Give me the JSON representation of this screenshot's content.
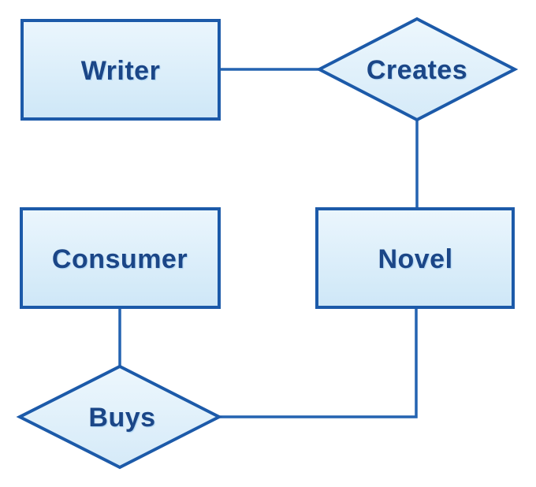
{
  "diagram": {
    "type": "entity-relationship",
    "nodes": [
      {
        "id": "writer",
        "shape": "rectangle",
        "role": "entity",
        "label": "Writer"
      },
      {
        "id": "creates",
        "shape": "diamond",
        "role": "relationship",
        "label": "Creates"
      },
      {
        "id": "consumer",
        "shape": "rectangle",
        "role": "entity",
        "label": "Consumer"
      },
      {
        "id": "novel",
        "shape": "rectangle",
        "role": "entity",
        "label": "Novel"
      },
      {
        "id": "buys",
        "shape": "diamond",
        "role": "relationship",
        "label": "Buys"
      }
    ],
    "edges": [
      {
        "from": "Writer",
        "to": "Creates",
        "route": "straight-horizontal"
      },
      {
        "from": "Creates",
        "to": "Novel",
        "route": "straight-vertical"
      },
      {
        "from": "Consumer",
        "to": "Buys",
        "route": "straight-vertical"
      },
      {
        "from": "Buys",
        "to": "Novel",
        "route": "elbow-right-then-up"
      }
    ],
    "colors": {
      "background": "#FFFFFF",
      "shape_border": "#1C5AA9",
      "connector": "#2463B1",
      "fill_gradient_top": "#EBF6FD",
      "fill_gradient_bottom": "#CEE7F7",
      "label_text": "#1B4687"
    }
  }
}
